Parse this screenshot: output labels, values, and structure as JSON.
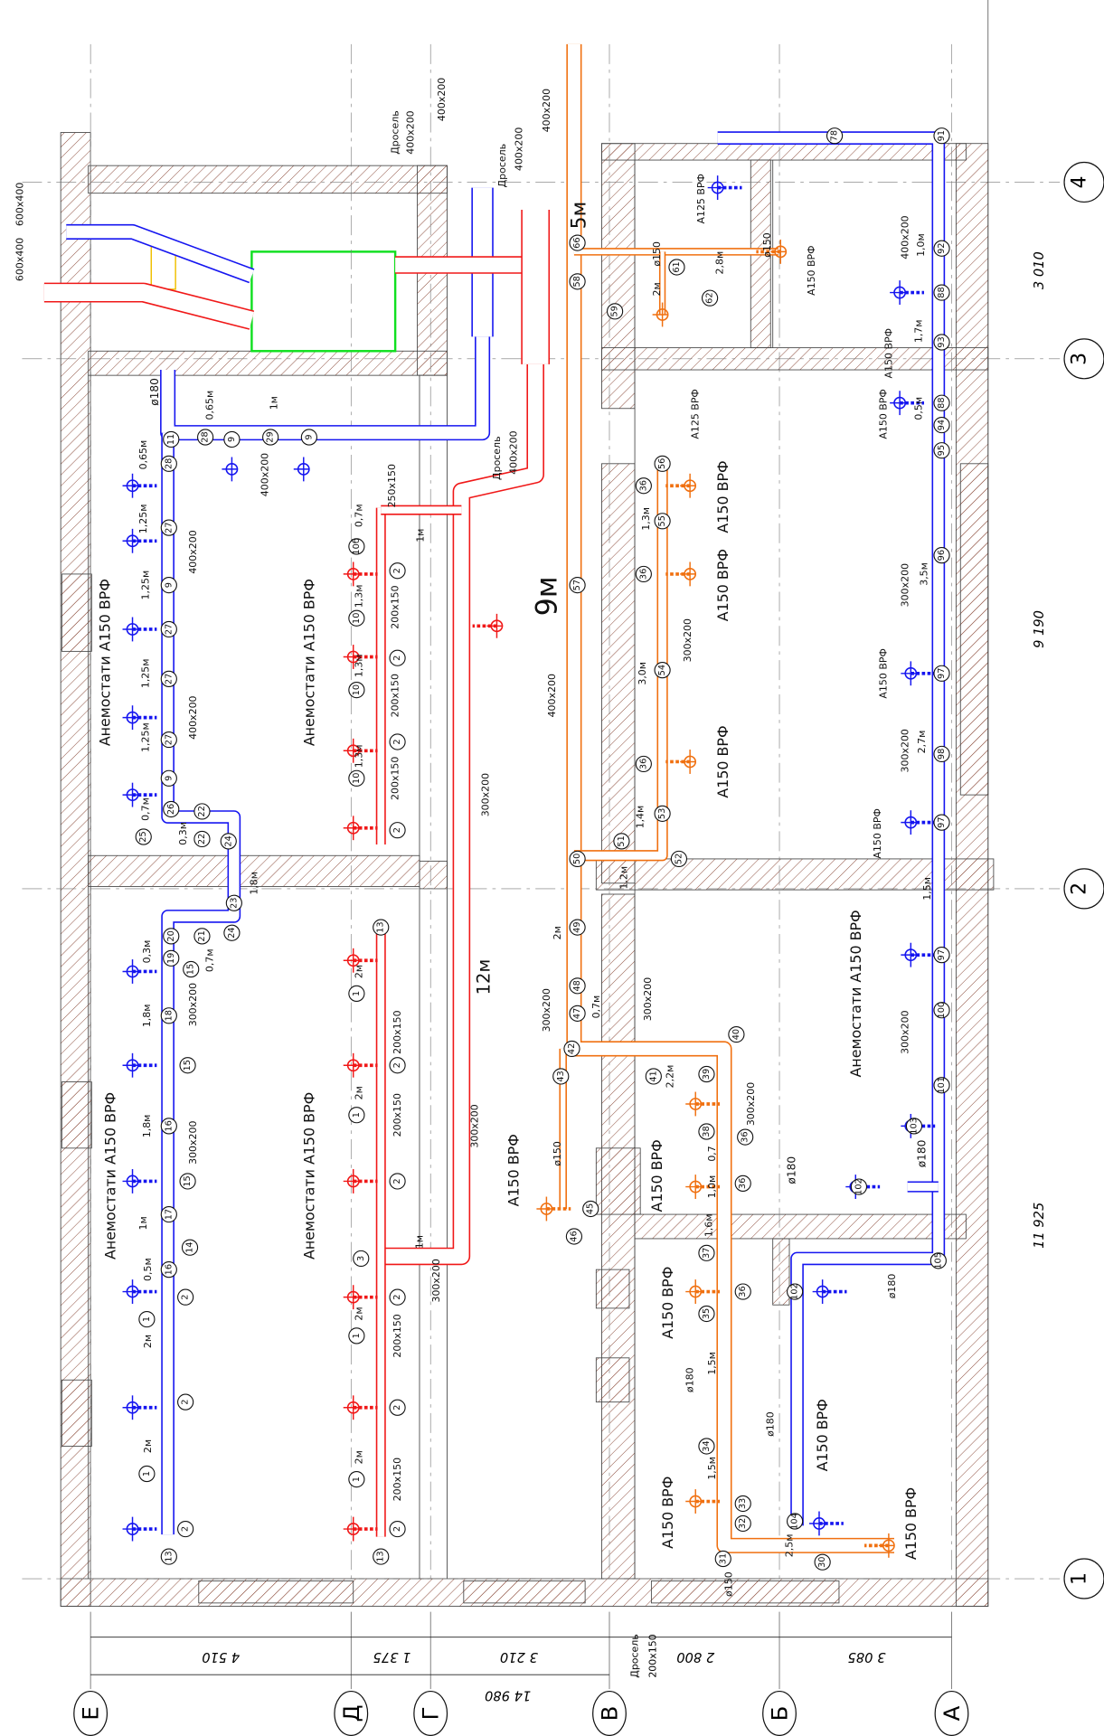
{
  "title": "Ventilation floor plan",
  "colors": {
    "supply": "#1515f0",
    "exhaust": "#f01818",
    "orange": "#f07010",
    "ahu": "#10e020",
    "wall_hatch": "#8b4a3a",
    "grid": "#555555",
    "filter": "#f0c000"
  },
  "axes": {
    "bottom": [
      "Е",
      "Д",
      "Г",
      "В",
      "Б",
      "А"
    ],
    "right": [
      "4",
      "3",
      "2",
      "1"
    ]
  },
  "dimensions": {
    "bottom": [
      "4 510",
      "1 375",
      "3 210",
      "2 800",
      "3 085"
    ],
    "bottom_total": "14 980",
    "right": [
      "3 010",
      "9 190",
      "11 925"
    ],
    "damper_note": [
      "Дросель",
      "200x150"
    ]
  },
  "labels": [
    "Анемостати А150 ВРФ",
    "Анемостати А150 ВРФ",
    "Анемостати А150 ВРФ",
    "Анемостати А150 ВРФ",
    "Анемостати А150 ВРФ",
    "А150 ВРФ",
    "А150 ВРФ",
    "А150 ВРФ",
    "А150 ВРФ",
    "А150 ВРФ",
    "А150 ВРФ",
    "А150 ВРФ",
    "А150 ВРФ",
    "А150 ВРФ",
    "А150 ВРФ",
    "А150 ВРФ",
    "А150 ВРФ",
    "А150 ВРФ",
    "А150 ВРФ",
    "А125 ВРФ",
    "А125 ВРФ",
    "9м",
    "5м",
    "12м",
    "600x400",
    "600x400",
    "Дросель",
    "400x200",
    "400x200",
    "Дросель",
    "400x200",
    "Дросель",
    "400x200",
    "400x200",
    "400x200",
    "400x200",
    "400x200",
    "400x200",
    "250x150",
    "300x200",
    "300x200",
    "300x200",
    "300x200",
    "200x150",
    "200x150",
    "200x150",
    "200x150",
    "200x150",
    "200x150",
    "200x150",
    "300x200",
    "300x200",
    "300x200",
    "300x200",
    "300x200",
    "300x200",
    "300x200",
    "300x200",
    "400x200",
    "ø180",
    "ø180",
    "ø180",
    "ø180",
    "ø180",
    "ø180",
    "ø150",
    "ø150",
    "ø150",
    "ø150",
    "0,65м",
    "0,65м",
    "1м",
    "1,25м",
    "1,25м",
    "1,25м",
    "1,25м",
    "0,7м",
    "0,3м",
    "1,8м",
    "0,3м",
    "0,7м",
    "1,8м",
    "1,8м",
    "1м",
    "0,5м",
    "2м",
    "2м",
    "0,7м",
    "1,3м",
    "1,3м",
    "1,3м",
    "1м",
    "2м",
    "2м",
    "2м",
    "2м",
    "1м",
    "2м",
    "0,7м",
    "1,2м",
    "1,4м",
    "3,0м",
    "1,3м",
    "2,2м",
    "0,7",
    "1,0м",
    "1,6м",
    "1,5м",
    "1,5м",
    "2,5м",
    "2м",
    "2,8м",
    "1,0м",
    "1,7м",
    "0,5м",
    "3,5м",
    "2,7м",
    "1,5м"
  ],
  "markers": [
    "11",
    "28",
    "9",
    "29",
    "9",
    "28",
    "27",
    "9",
    "27",
    "27",
    "27",
    "9",
    "26",
    "25",
    "22",
    "22",
    "24",
    "23",
    "24",
    "21",
    "20",
    "19",
    "15",
    "18",
    "15",
    "16",
    "15",
    "17",
    "14",
    "16",
    "2",
    "1",
    "2",
    "1",
    "2",
    "13",
    "10б",
    "2",
    "10",
    "2",
    "10",
    "2",
    "10",
    "2",
    "13",
    "1",
    "2",
    "1",
    "2",
    "3",
    "1",
    "2",
    "2",
    "1",
    "2",
    "13",
    "66",
    "58",
    "59",
    "61",
    "62",
    "57",
    "50",
    "49",
    "48",
    "47",
    "42",
    "43",
    "45",
    "46",
    "51",
    "52",
    "53",
    "54",
    "55",
    "56",
    "36",
    "36",
    "36",
    "40",
    "41",
    "39",
    "38",
    "36",
    "36",
    "37",
    "35",
    "36",
    "34",
    "33",
    "32",
    "31",
    "30",
    "78",
    "91",
    "92",
    "88",
    "93",
    "88",
    "94",
    "95",
    "96",
    "97",
    "98",
    "97",
    "97",
    "100",
    "101",
    "103",
    "102",
    "105",
    "102",
    "104"
  ]
}
